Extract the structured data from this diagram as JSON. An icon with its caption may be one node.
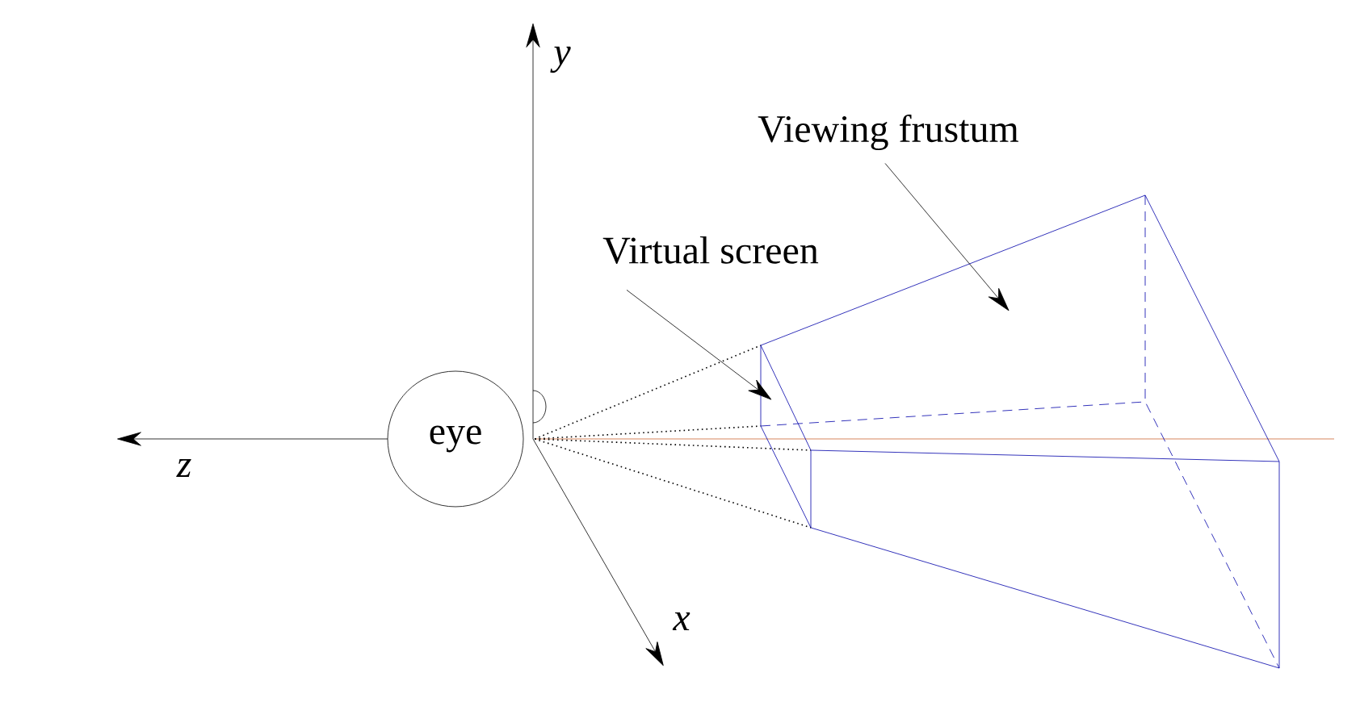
{
  "diagram": {
    "nodes": [
      {
        "text": [
          "eye"
        ]
      },
      {
        "text": [
          "Virtual screen"
        ]
      },
      {
        "text": [
          "Viewing frustum"
        ]
      }
    ],
    "edges": [
      {
        "from": 1,
        "to": null,
        "arrow": "to"
      },
      {
        "from": 2,
        "to": null,
        "arrow": "to"
      }
    ],
    "labels": [
      "y",
      "z",
      "x"
    ]
  }
}
